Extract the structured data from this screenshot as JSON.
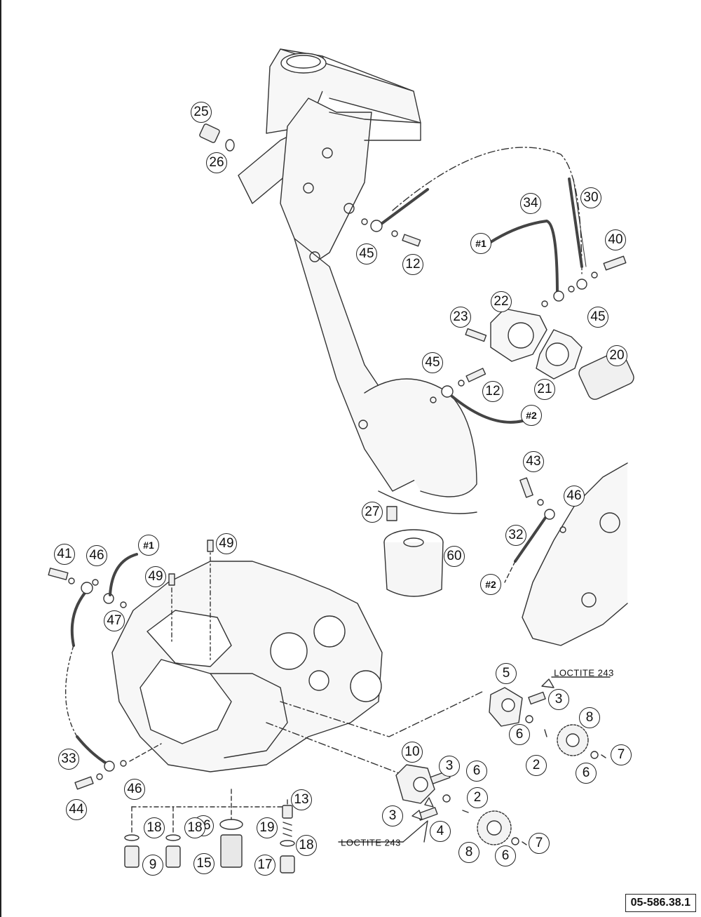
{
  "callouts": [
    {
      "id": "c25",
      "text": "25"
    },
    {
      "id": "c26",
      "text": "26"
    },
    {
      "id": "c34",
      "text": "34"
    },
    {
      "id": "c30",
      "text": "30"
    },
    {
      "id": "c40",
      "text": "40"
    },
    {
      "id": "c1a",
      "text": "#1"
    },
    {
      "id": "c45a",
      "text": "45"
    },
    {
      "id": "c12a",
      "text": "12"
    },
    {
      "id": "c22",
      "text": "22"
    },
    {
      "id": "c45b",
      "text": "45"
    },
    {
      "id": "c23",
      "text": "23"
    },
    {
      "id": "c20",
      "text": "20"
    },
    {
      "id": "c45c",
      "text": "45"
    },
    {
      "id": "c12b",
      "text": "12"
    },
    {
      "id": "c21",
      "text": "21"
    },
    {
      "id": "c2a",
      "text": "#2"
    },
    {
      "id": "c43",
      "text": "43"
    },
    {
      "id": "c46a",
      "text": "46"
    },
    {
      "id": "c32",
      "text": "32"
    },
    {
      "id": "c27",
      "text": "27"
    },
    {
      "id": "c60",
      "text": "60"
    },
    {
      "id": "c2b",
      "text": "#2"
    },
    {
      "id": "c41",
      "text": "41"
    },
    {
      "id": "c46b",
      "text": "46"
    },
    {
      "id": "c1b",
      "text": "#1"
    },
    {
      "id": "c49a",
      "text": "49"
    },
    {
      "id": "c49b",
      "text": "49"
    },
    {
      "id": "c47",
      "text": "47"
    },
    {
      "id": "c5",
      "text": "5"
    },
    {
      "id": "c3a",
      "text": "3"
    },
    {
      "id": "c8a",
      "text": "8"
    },
    {
      "id": "c6a",
      "text": "6"
    },
    {
      "id": "c7a",
      "text": "7"
    },
    {
      "id": "c2c",
      "text": "2"
    },
    {
      "id": "c6b",
      "text": "6"
    },
    {
      "id": "c10",
      "text": "10"
    },
    {
      "id": "c3b",
      "text": "3"
    },
    {
      "id": "c6c",
      "text": "6"
    },
    {
      "id": "c2d",
      "text": "2"
    },
    {
      "id": "c33",
      "text": "33"
    },
    {
      "id": "c46c",
      "text": "46"
    },
    {
      "id": "c44",
      "text": "44"
    },
    {
      "id": "c13",
      "text": "13"
    },
    {
      "id": "c16",
      "text": "16"
    },
    {
      "id": "c19",
      "text": "19"
    },
    {
      "id": "c18a",
      "text": "18"
    },
    {
      "id": "c18b",
      "text": "18"
    },
    {
      "id": "c18c",
      "text": "18"
    },
    {
      "id": "c9",
      "text": "9"
    },
    {
      "id": "c15",
      "text": "15"
    },
    {
      "id": "c17",
      "text": "17"
    },
    {
      "id": "c3c",
      "text": "3"
    },
    {
      "id": "c4",
      "text": "4"
    },
    {
      "id": "c8b",
      "text": "8"
    },
    {
      "id": "c6d",
      "text": "6"
    },
    {
      "id": "c7b",
      "text": "7"
    }
  ],
  "notes": {
    "loctite_top": "LOCTITE 243",
    "loctite_bottom": "LOCTITE 243"
  },
  "drawing_code": "05-586.38.1"
}
